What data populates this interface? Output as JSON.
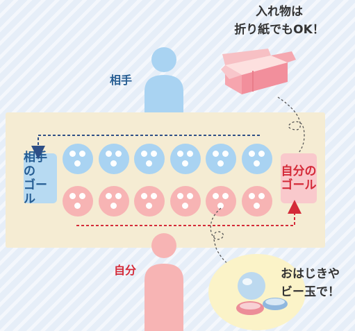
{
  "players": {
    "opponent_label": "相手",
    "self_label": "自分"
  },
  "goals": {
    "opponent": [
      "相手の",
      "ゴール"
    ],
    "self": [
      "自分の",
      "ゴール"
    ]
  },
  "notes": {
    "container": [
      "入れ物は",
      "折り紙でもOK！"
    ],
    "stones": [
      "おはじきや",
      "ビー玉で！"
    ]
  },
  "board": {
    "pits_per_row": 6,
    "stones_per_pit": 3
  },
  "colors": {
    "opponent": "#a9d3f2",
    "self": "#f7b4b4",
    "opponent_text": "#245c92",
    "self_text": "#d42a38",
    "board": "#f5ecd3"
  },
  "icons": [
    "person-icon",
    "box-icon",
    "marble-icon",
    "arrow-icon"
  ]
}
